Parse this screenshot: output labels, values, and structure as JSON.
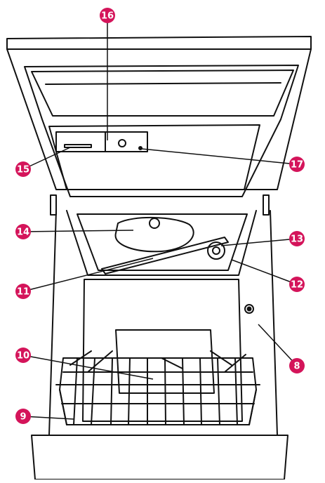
{
  "accent_color": "#d4145a",
  "line_color": "#111111",
  "callouts": [
    {
      "id": "8",
      "label": "8"
    },
    {
      "id": "9",
      "label": "9"
    },
    {
      "id": "10",
      "label": "10"
    },
    {
      "id": "11",
      "label": "11"
    },
    {
      "id": "12",
      "label": "12"
    },
    {
      "id": "13",
      "label": "13"
    },
    {
      "id": "14",
      "label": "14"
    },
    {
      "id": "15",
      "label": "15"
    },
    {
      "id": "16",
      "label": "16"
    },
    {
      "id": "17",
      "label": "17"
    }
  ]
}
